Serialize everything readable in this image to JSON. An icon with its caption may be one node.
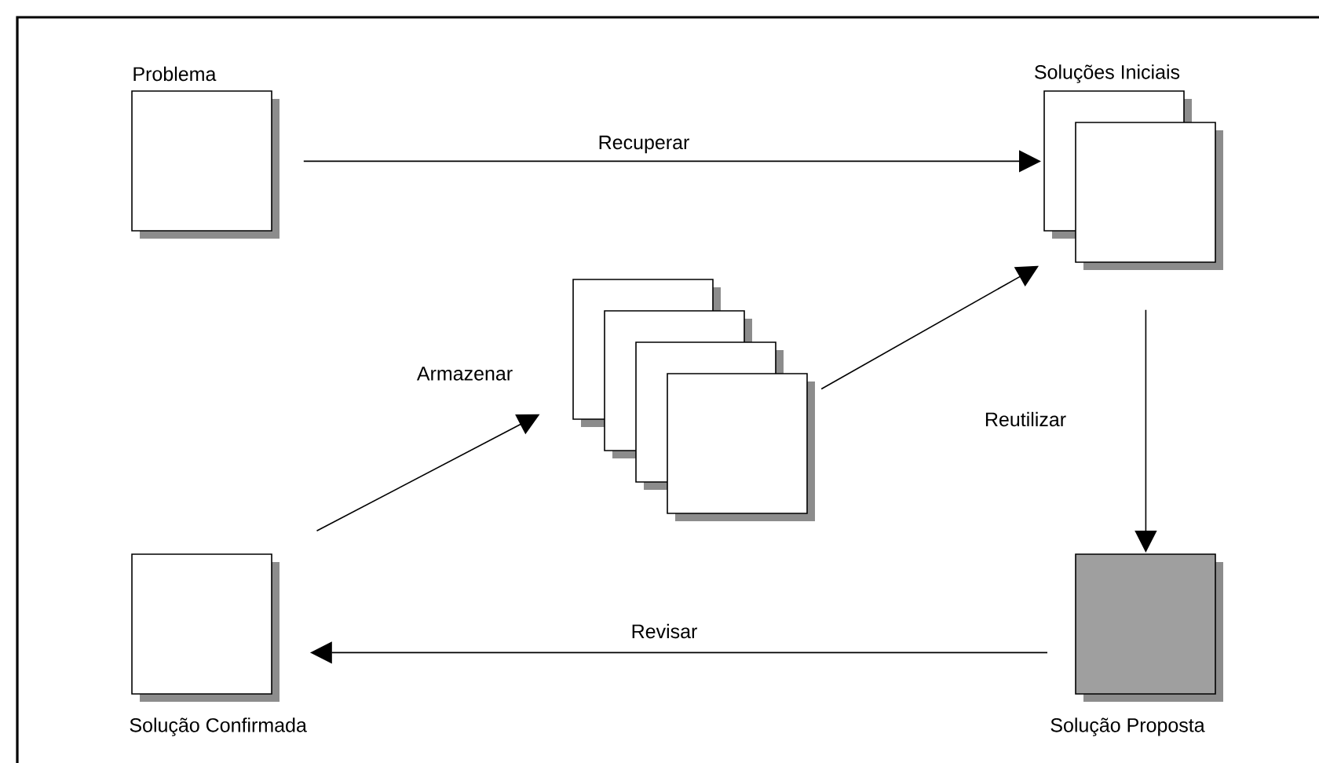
{
  "diagram": {
    "nodes": [
      {
        "text": [
          "Problema"
        ]
      },
      {
        "text": [
          "Soluções Iniciais"
        ]
      },
      {
        "text": [],
        "shape": "box"
      },
      {
        "text": [
          "Solução Confirmada"
        ]
      },
      {
        "text": [
          "Solução Proposta"
        ]
      }
    ],
    "edges": [
      {
        "from": 0,
        "to": 1,
        "arrow": "to",
        "label": "Recuperar"
      },
      {
        "from": 1,
        "to": 4,
        "arrow": "to",
        "label": "Reutilizar"
      },
      {
        "from": 4,
        "to": 3,
        "arrow": "to",
        "label": "Revisar"
      },
      {
        "from": 3,
        "to": 2,
        "arrow": "to",
        "label": "Armazenar"
      },
      {
        "from": 2,
        "to": 1,
        "arrow": "to"
      }
    ]
  }
}
